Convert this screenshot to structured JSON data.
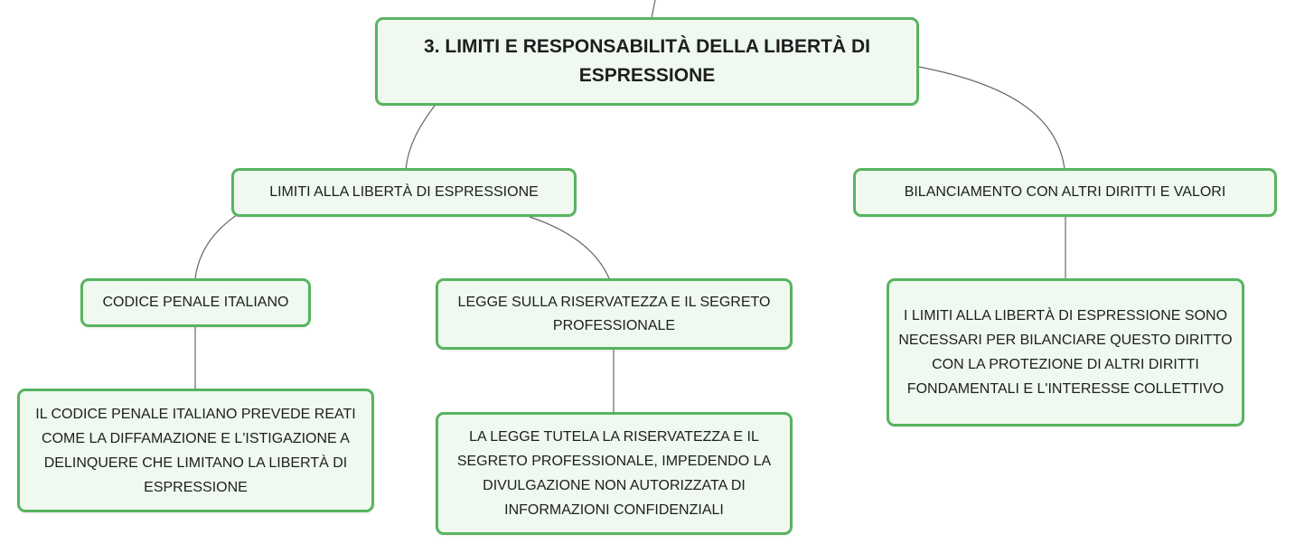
{
  "mindmap": {
    "root": {
      "label": "3. LIMITI E RESPONSABILITÀ DELLA LIBERTÀ DI ESPRESSIONE"
    },
    "branches": [
      {
        "label": "LIMITI ALLA LIBERTÀ DI ESPRESSIONE",
        "children": [
          {
            "label": "CODICE PENALE ITALIANO",
            "detail": "IL CODICE PENALE ITALIANO PREVEDE REATI COME LA DIFFAMAZIONE E L'ISTIGAZIONE A DELINQUERE CHE LIMITANO LA LIBERTÀ DI ESPRESSIONE"
          },
          {
            "label": "LEGGE SULLA RISERVATEZZA E IL SEGRETO PROFESSIONALE",
            "detail": "LA LEGGE TUTELA LA RISERVATEZZA E IL SEGRETO PROFESSIONALE, IMPEDENDO LA DIVULGAZIONE NON AUTORIZZATA DI INFORMAZIONI CONFIDENZIALI"
          }
        ]
      },
      {
        "label": "BILANCIAMENTO CON ALTRI DIRITTI E VALORI",
        "detail": "I LIMITI ALLA LIBERTÀ DI ESPRESSIONE SONO NECESSARI PER BILANCIARE QUESTO DIRITTO CON LA PROTEZIONE DI ALTRI DIRITTI FONDAMENTALI E L'INTERESSE COLLETTIVO"
      }
    ]
  },
  "colors": {
    "node_border": "#57b45f",
    "node_fill": "#eff9f0",
    "connector": "#666666",
    "text": "#1e1e1e"
  }
}
